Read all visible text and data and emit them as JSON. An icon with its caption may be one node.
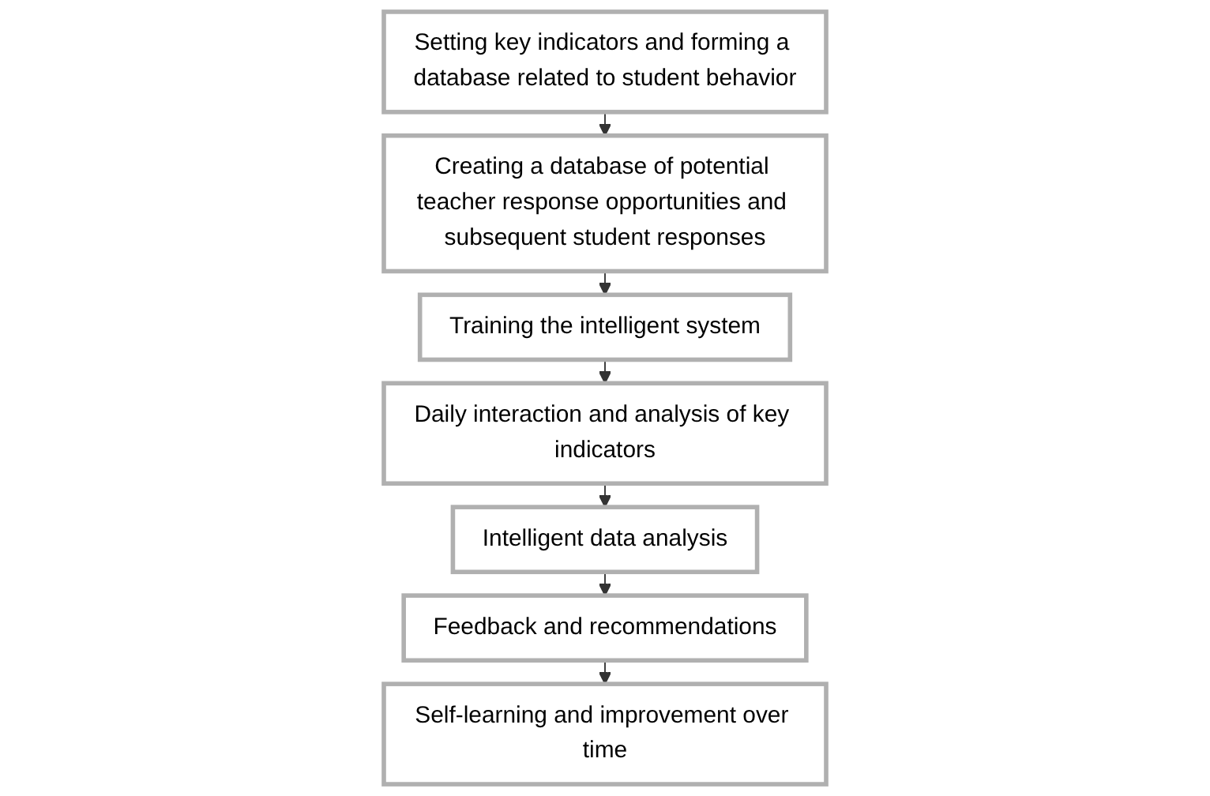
{
  "diagram": {
    "nodes": [
      {
        "text": [
          "Setting key indicators and forming a database related to student behavior"
        ]
      },
      {
        "text": [
          "Creating a database of potential teacher response opportunities and subsequent student responses"
        ]
      },
      {
        "text": [
          "Training the intelligent system"
        ]
      },
      {
        "text": [
          "Daily interaction and analysis of key indicators"
        ]
      },
      {
        "text": [
          "Intelligent data analysis"
        ]
      },
      {
        "text": [
          "Feedback and recommendations"
        ]
      },
      {
        "text": [
          "Self-learning and improvement over time"
        ]
      }
    ],
    "edges": [
      {
        "from": 0,
        "to": 1,
        "arrow": "to"
      },
      {
        "from": 1,
        "to": 2,
        "arrow": "to"
      },
      {
        "from": 2,
        "to": 3,
        "arrow": "to"
      },
      {
        "from": 3,
        "to": 4,
        "arrow": "to"
      },
      {
        "from": 4,
        "to": 5,
        "arrow": "to"
      },
      {
        "from": 5,
        "to": 6,
        "arrow": "to"
      }
    ]
  }
}
